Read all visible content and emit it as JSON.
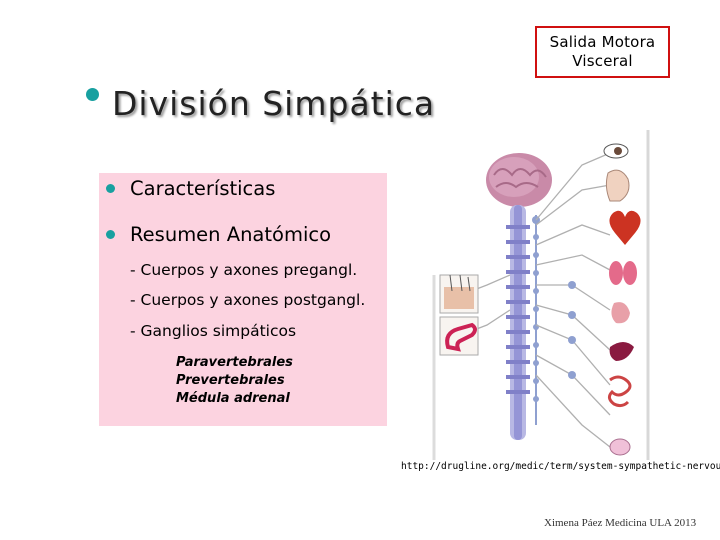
{
  "corner_box": {
    "line1": "Salida Motora",
    "line2": "Visceral"
  },
  "title": "División Simpática",
  "bullets": [
    {
      "label": "Características"
    },
    {
      "label": "Resumen Anatómico"
    }
  ],
  "sub_items": [
    "- Cuerpos y axones pregangl.",
    "- Cuerpos y axones postgangl.",
    "- Ganglios simpáticos"
  ],
  "ganglia_types": [
    "Paravertebrales",
    "Prevertebrales",
    "Médula adrenal"
  ],
  "figure": {
    "description_icons": [
      "brain-icon",
      "spinal-cord-icon",
      "eye-icon",
      "head-icon",
      "heart-icon",
      "lungs-icon",
      "stomach-icon",
      "liver-icon",
      "intestine-icon",
      "bladder-icon",
      "skin-icon",
      "blood-vessel-icon"
    ]
  },
  "source_url": "http://drugline.org/medic/term/system-sympathetic-nervous/",
  "credit": "Ximena Páez Medicina ULA 2013",
  "colors": {
    "accent_teal": "#18a0a0",
    "box_red": "#d01010",
    "panel_pink": "#fcd3e0"
  }
}
